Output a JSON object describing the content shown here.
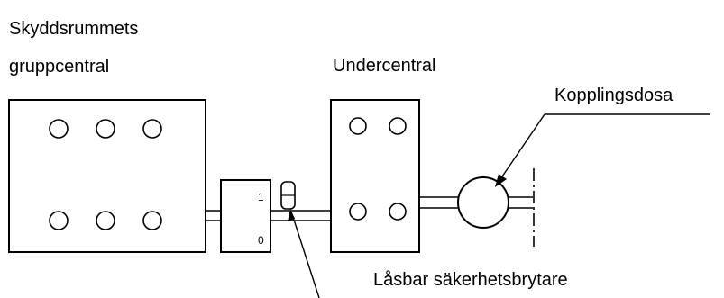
{
  "labels": {
    "group_central_line1": "Skyddsrummets",
    "group_central_line2": "gruppcentral",
    "sub_central": "Undercentral",
    "junction_box": "Kopplingsdosa",
    "lockable_switch": "Låsbar säkerhetsbrytare",
    "switch_on": "1",
    "switch_off": "0"
  },
  "colors": {
    "line": "#000000",
    "background": "#ffffff"
  }
}
